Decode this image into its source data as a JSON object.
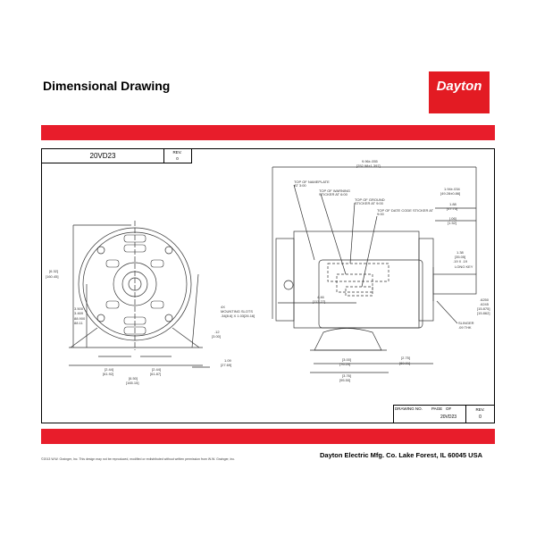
{
  "header": {
    "title": "Dimensional Drawing",
    "logo": "Dayton"
  },
  "sheet": {
    "model": "20VD23",
    "rev_label": "REV.",
    "rev": "0"
  },
  "title_block": {
    "drawing_no_label": "DRAWING NO.",
    "page_label": "PAGE",
    "of_label": "OF",
    "drawing_no": "20VD23",
    "rev_label": "REV.",
    "rev": "0"
  },
  "front_view": {
    "height": "[6.32]",
    "height_mm": "[160.45]",
    "center": "3.500",
    "center2": "3.469",
    "center_mm": "88.900",
    "center_mm2": "88.11",
    "slots_1": "4X",
    "slots_2": "MOUNTING SLOTS",
    ".slots_3": "",
    "slots_3": ".34[8.6] X 1.03[26.16]",
    "base_t": ".12",
    "base_t_mm": "[3.00]",
    "foot": "1.09",
    "foot_mm": "[27.69]",
    "left_half": "[2.44]",
    "left_half_mm": "[61.92]",
    "right_half": "[2.44]",
    "right_half_mm": "[61.87]",
    "width": "[6.50]",
    "width_mm": "[165.15]"
  },
  "side_view": {
    "overall": "9.96±.055",
    "overall_mm": "[252.98±1.397]",
    "note1a": "TOP OF NAMEPLATE",
    "note1b": "AT 3:00",
    "note2a": "TOP OF WARNING",
    "note2b": "STICKER AT 6:00",
    "note3a": "TOP OF GROUND",
    "note3b": "STICKER AT 9:00",
    "note4a": "TOP OF DATE CODE STICKER AT",
    "note4b": "9:00",
    "shaft1": "1.94±.034",
    "shaft1_mm": "[49.28±0.86]",
    "shaft2": "1.88",
    "shaft2_mm": "[47.75]",
    "shaft3": "[.06]",
    "shaft3_mm": "[1.52]",
    "key": "1.38",
    "key_mm": "[35.05]",
    "key_sz": ".19 X .19",
    "key_lbl": "LONG KEY",
    "dia1": ".6250",
    "dia2": ".6245",
    "dia_mm1": "[15.875]",
    "dia_mm2": "[15.862]",
    "slinger1": "SLINGER",
    "slinger2": ".09 THK",
    "d446": "4.46",
    "d446_mm": "[113.27]",
    "d300": "[3.00]",
    "d300_mm": "[76.20]",
    "d376": "[3.76]",
    "d376_mm": "[95.50]",
    "d275": "[2.75]",
    "d275_mm": "[69.91]"
  },
  "footer": {
    "company": "Dayton Electric Mfg. Co.  Lake Forest, IL  60045  USA",
    "copyright": "©2013 W.W. Grainger, Inc.   This design may not be reproduced, modified or redistributed without written permission from W.W. Grainger, Inc."
  },
  "colors": {
    "brand_red": "#e81d2b"
  }
}
